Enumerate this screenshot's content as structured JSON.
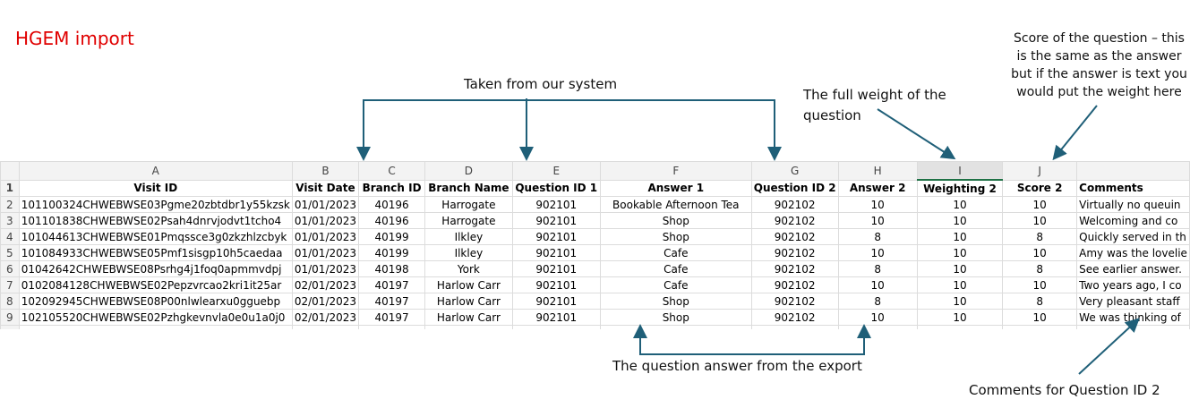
{
  "title": "HGEM import",
  "notes": {
    "system": "Taken from our system",
    "weight": [
      "The full weight of the",
      "question"
    ],
    "score": [
      "Score of the question – this",
      "is the same as the answer",
      "but if the answer is text you",
      "would put the weight here"
    ],
    "answer": "The question answer from the export",
    "comments": "Comments for Question ID 2"
  },
  "columns": [
    "A",
    "B",
    "C",
    "D",
    "E",
    "F",
    "G",
    "H",
    "I",
    "J",
    ""
  ],
  "headers": [
    "Visit ID",
    "Visit Date",
    "Branch ID",
    "Branch Name",
    "Question ID 1",
    "Answer 1",
    "Question ID 2",
    "Answer 2",
    "Weighting 2",
    "Score 2",
    "Comments"
  ],
  "rows": [
    [
      "101100324CHWEBWSE03Pgme20zbtdbr1y55kzsk",
      "01/01/2023",
      "40196",
      "Harrogate",
      "902101",
      "Bookable Afternoon Tea",
      "902102",
      "10",
      "10",
      "10",
      "Virtually no queuin"
    ],
    [
      "101101838CHWEBWSE02Psah4dnrvjodvt1tcho4",
      "01/01/2023",
      "40196",
      "Harrogate",
      "902101",
      "Shop",
      "902102",
      "10",
      "10",
      "10",
      "Welcoming and co"
    ],
    [
      "101044613CHWEBWSE01Pmqssce3g0zkzhlzcbyk",
      "01/01/2023",
      "40199",
      "Ilkley",
      "902101",
      "Shop",
      "902102",
      "8",
      "10",
      "8",
      "Quickly served in th"
    ],
    [
      "101084933CHWEBWSE05Pmf1sisgp10h5caedaa",
      "01/01/2023",
      "40199",
      "Ilkley",
      "902101",
      "Cafe",
      "902102",
      "10",
      "10",
      "10",
      "Amy was the lovelie"
    ],
    [
      "01042642CHWEBWSE08Psrhg4j1foq0apmmvdpj",
      "01/01/2023",
      "40198",
      "York",
      "902101",
      "Cafe",
      "902102",
      "8",
      "10",
      "8",
      "See earlier answer."
    ],
    [
      "0102084128CHWEBWSE02Pepzvrcao2kri1it25ar",
      "02/01/2023",
      "40197",
      "Harlow Carr",
      "902101",
      "Cafe",
      "902102",
      "10",
      "10",
      "10",
      "Two years ago, I co"
    ],
    [
      "102092945CHWEBWSE08P00nlwlearxu0gguebp",
      "02/01/2023",
      "40197",
      "Harlow Carr",
      "902101",
      "Shop",
      "902102",
      "8",
      "10",
      "8",
      "Very pleasant staff"
    ],
    [
      "102105520CHWEBWSE02Pzhgkevnvla0e0u1a0j0",
      "02/01/2023",
      "40197",
      "Harlow Carr",
      "902101",
      "Shop",
      "902102",
      "10",
      "10",
      "10",
      "We was thinking of"
    ]
  ]
}
